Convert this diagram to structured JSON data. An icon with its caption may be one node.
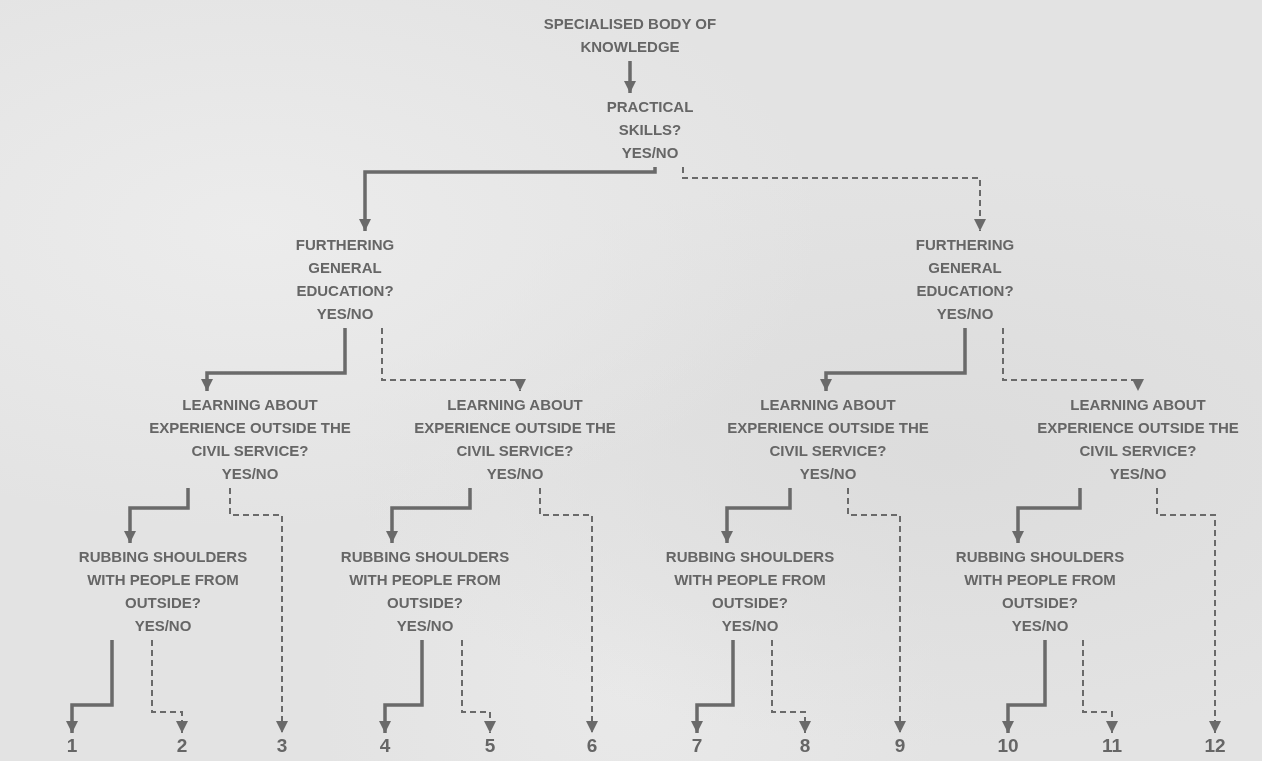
{
  "diagram": {
    "nodes": [
      {
        "text": [
          "SPECIALISED BODY OF KNOWLEDGE"
        ]
      },
      {
        "text": [
          "PRACTICAL SKILLS?",
          "YES/NO"
        ]
      },
      {
        "text": [
          "FURTHERING GENERAL EDUCATION?",
          "YES/NO"
        ]
      },
      {
        "text": [
          "FURTHERING GENERAL EDUCATION?",
          "YES/NO"
        ]
      },
      {
        "text": [
          "LEARNING ABOUT EXPERIENCE OUTSIDE THE CIVIL SERVICE?",
          "YES/NO"
        ]
      },
      {
        "text": [
          "LEARNING ABOUT EXPERIENCE OUTSIDE THE CIVIL SERVICE?",
          "YES/NO"
        ]
      },
      {
        "text": [
          "LEARNING ABOUT EXPERIENCE OUTSIDE THE CIVIL SERVICE?",
          "YES/NO"
        ]
      },
      {
        "text": [
          "LEARNING ABOUT EXPERIENCE OUTSIDE THE CIVIL SERVICE?",
          "YES/NO"
        ]
      },
      {
        "text": [
          "RUBBING SHOULDERS WITH PEOPLE FROM OUTSIDE?",
          "YES/NO"
        ]
      },
      {
        "text": [
          "RUBBING SHOULDERS WITH PEOPLE FROM OUTSIDE?",
          "YES/NO"
        ]
      },
      {
        "text": [
          "RUBBING SHOULDERS WITH PEOPLE FROM OUTSIDE?",
          "YES/NO"
        ]
      },
      {
        "text": [
          "RUBBING SHOULDERS WITH PEOPLE FROM OUTSIDE?",
          "YES/NO"
        ]
      },
      {
        "text": [
          "1"
        ]
      },
      {
        "text": [
          "2"
        ]
      },
      {
        "text": [
          "3"
        ]
      },
      {
        "text": [
          "4"
        ]
      },
      {
        "text": [
          "5"
        ]
      },
      {
        "text": [
          "6"
        ]
      },
      {
        "text": [
          "7"
        ]
      },
      {
        "text": [
          "8"
        ]
      },
      {
        "text": [
          "9"
        ]
      },
      {
        "text": [
          "10"
        ]
      },
      {
        "text": [
          "11"
        ]
      },
      {
        "text": [
          "12"
        ]
      }
    ],
    "edges": [
      {
        "from": 0,
        "to": 1,
        "arrow": "to"
      },
      {
        "from": 1,
        "to": 2,
        "arrow": "to"
      },
      {
        "from": 1,
        "to": 3,
        "arrow": "to",
        "style": "dashed"
      },
      {
        "from": 2,
        "to": 4,
        "arrow": "to"
      },
      {
        "from": 2,
        "to": 5,
        "arrow": "to",
        "style": "dashed"
      },
      {
        "from": 3,
        "to": 6,
        "arrow": "to"
      },
      {
        "from": 3,
        "to": 7,
        "arrow": "to",
        "style": "dashed"
      },
      {
        "from": 4,
        "to": 8,
        "arrow": "to"
      },
      {
        "from": 4,
        "to": 14,
        "arrow": "to",
        "style": "dashed"
      },
      {
        "from": 5,
        "to": 9,
        "arrow": "to"
      },
      {
        "from": 5,
        "to": 17,
        "arrow": "to",
        "style": "dashed"
      },
      {
        "from": 6,
        "to": 10,
        "arrow": "to"
      },
      {
        "from": 6,
        "to": 20,
        "arrow": "to",
        "style": "dashed"
      },
      {
        "from": 7,
        "to": 11,
        "arrow": "to"
      },
      {
        "from": 7,
        "to": 23,
        "arrow": "to",
        "style": "dashed"
      },
      {
        "from": 8,
        "to": 12,
        "arrow": "to"
      },
      {
        "from": 8,
        "to": 13,
        "arrow": "to",
        "style": "dashed"
      },
      {
        "from": 9,
        "to": 15,
        "arrow": "to"
      },
      {
        "from": 9,
        "to": 16,
        "arrow": "to",
        "style": "dashed"
      },
      {
        "from": 10,
        "to": 18,
        "arrow": "to"
      },
      {
        "from": 10,
        "to": 19,
        "arrow": "to",
        "style": "dashed"
      },
      {
        "from": 11,
        "to": 21,
        "arrow": "to"
      },
      {
        "from": 11,
        "to": 22,
        "arrow": "to",
        "style": "dashed"
      }
    ]
  }
}
